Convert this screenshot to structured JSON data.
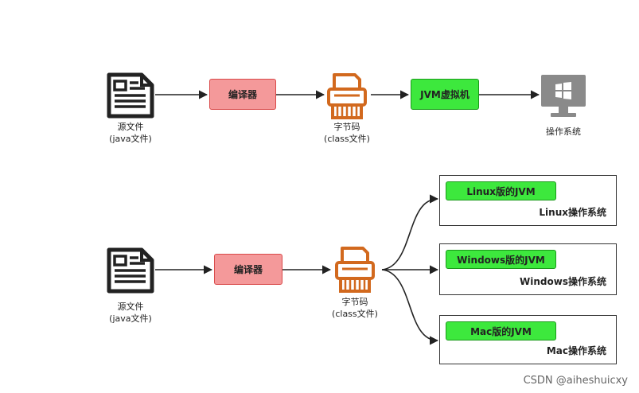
{
  "top_flow": {
    "source_label_line1": "源文件",
    "source_label_line2": "(java文件)",
    "compiler_label": "编译器",
    "bytecode_label_line1": "字节码",
    "bytecode_label_line2": "(class文件)",
    "jvm_label": "JVM虚拟机",
    "os_label": "操作系统"
  },
  "bottom_flow": {
    "source_label_line1": "源文件",
    "source_label_line2": "(java文件)",
    "compiler_label": "编译器",
    "bytecode_label_line1": "字节码",
    "bytecode_label_line2": "(class文件)",
    "targets": [
      {
        "vm_label": "Linux版的JVM",
        "os_label": "Linux操作系统"
      },
      {
        "vm_label": "Windows版的JVM",
        "os_label": "Windows操作系统"
      },
      {
        "vm_label": "Mac版的JVM",
        "os_label": "Mac操作系统"
      }
    ]
  },
  "watermark": "CSDN @aiheshuicxy",
  "colors": {
    "compiler_fill": "#f4999a",
    "jvm_fill": "#3de83d",
    "bytecode_icon": "#d2691e",
    "arrow": "#222222"
  },
  "icons": [
    "document-icon",
    "printer-icon",
    "monitor-icon"
  ]
}
